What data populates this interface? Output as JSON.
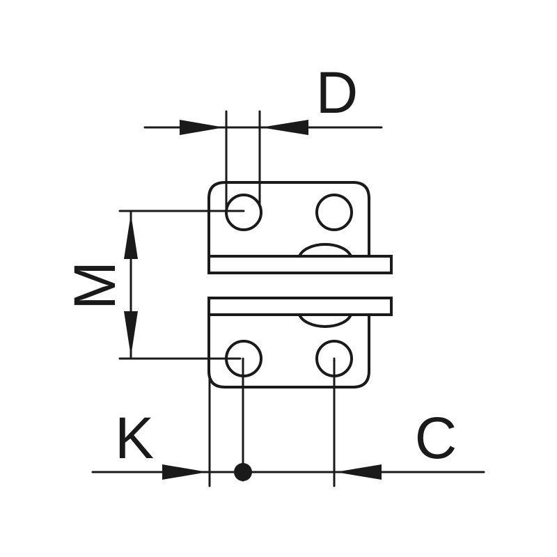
{
  "labels": {
    "d": "D",
    "m": "M",
    "k": "K",
    "c": "C"
  },
  "colors": {
    "line": "#1a1a1a",
    "background": "#ffffff"
  }
}
